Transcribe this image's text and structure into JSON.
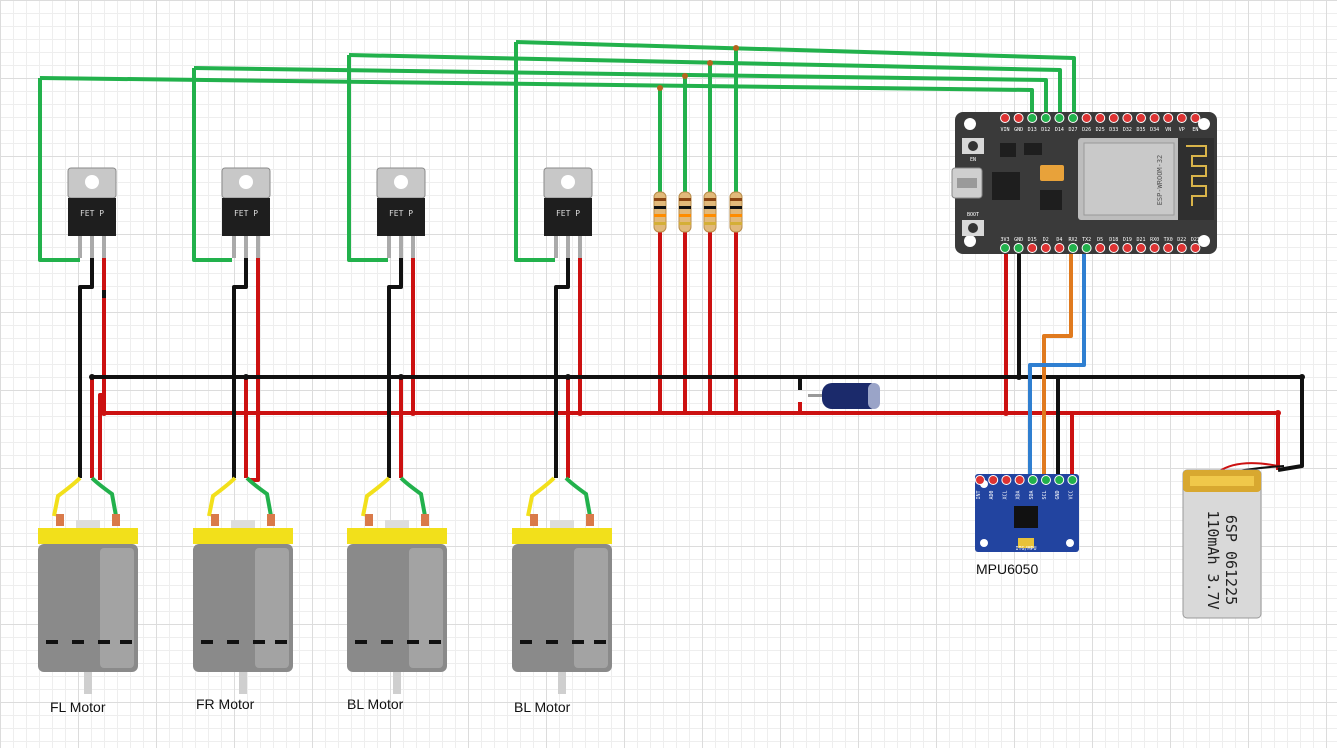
{
  "motors": [
    {
      "label": "FL Motor"
    },
    {
      "label": "FR Motor"
    },
    {
      "label": "BL Motor"
    },
    {
      "label": "BL Motor"
    }
  ],
  "mosfet": {
    "marking": "FET P"
  },
  "esp32": {
    "top_pins": [
      "VIN",
      "GND",
      "D13",
      "D12",
      "D14",
      "D27",
      "D26",
      "D25",
      "D33",
      "D32",
      "D35",
      "D34",
      "VN",
      "VP",
      "EN"
    ],
    "bottom_pins": [
      "3V3",
      "GND",
      "D15",
      "D2",
      "D4",
      "RX2",
      "TX2",
      "D5",
      "D18",
      "D19",
      "D21",
      "RX0",
      "TX0",
      "D22",
      "D23"
    ],
    "en_label": "EN",
    "boot_label": "BOOT",
    "module_text": "ESP-WROOM-32"
  },
  "mpu": {
    "label": "MPU6050",
    "pins": [
      "INT",
      "AD0",
      "XCL",
      "XDA",
      "SDA",
      "SCL",
      "GND",
      "VCC"
    ],
    "chip_text": "ITG/MPU"
  },
  "battery": {
    "line1": "6SP 061225",
    "line2": "110mAh 3.7V"
  },
  "colors": {
    "signal": "#22b14c",
    "power": "#cc1111",
    "ground": "#111111",
    "sda": "#2f7fd1",
    "scl": "#e07a1e",
    "esp_board": "#3a3a3a",
    "mpu_board": "#2244a0",
    "motor_cap": "#f2e01b",
    "motor_body": "#8a8a8a"
  }
}
